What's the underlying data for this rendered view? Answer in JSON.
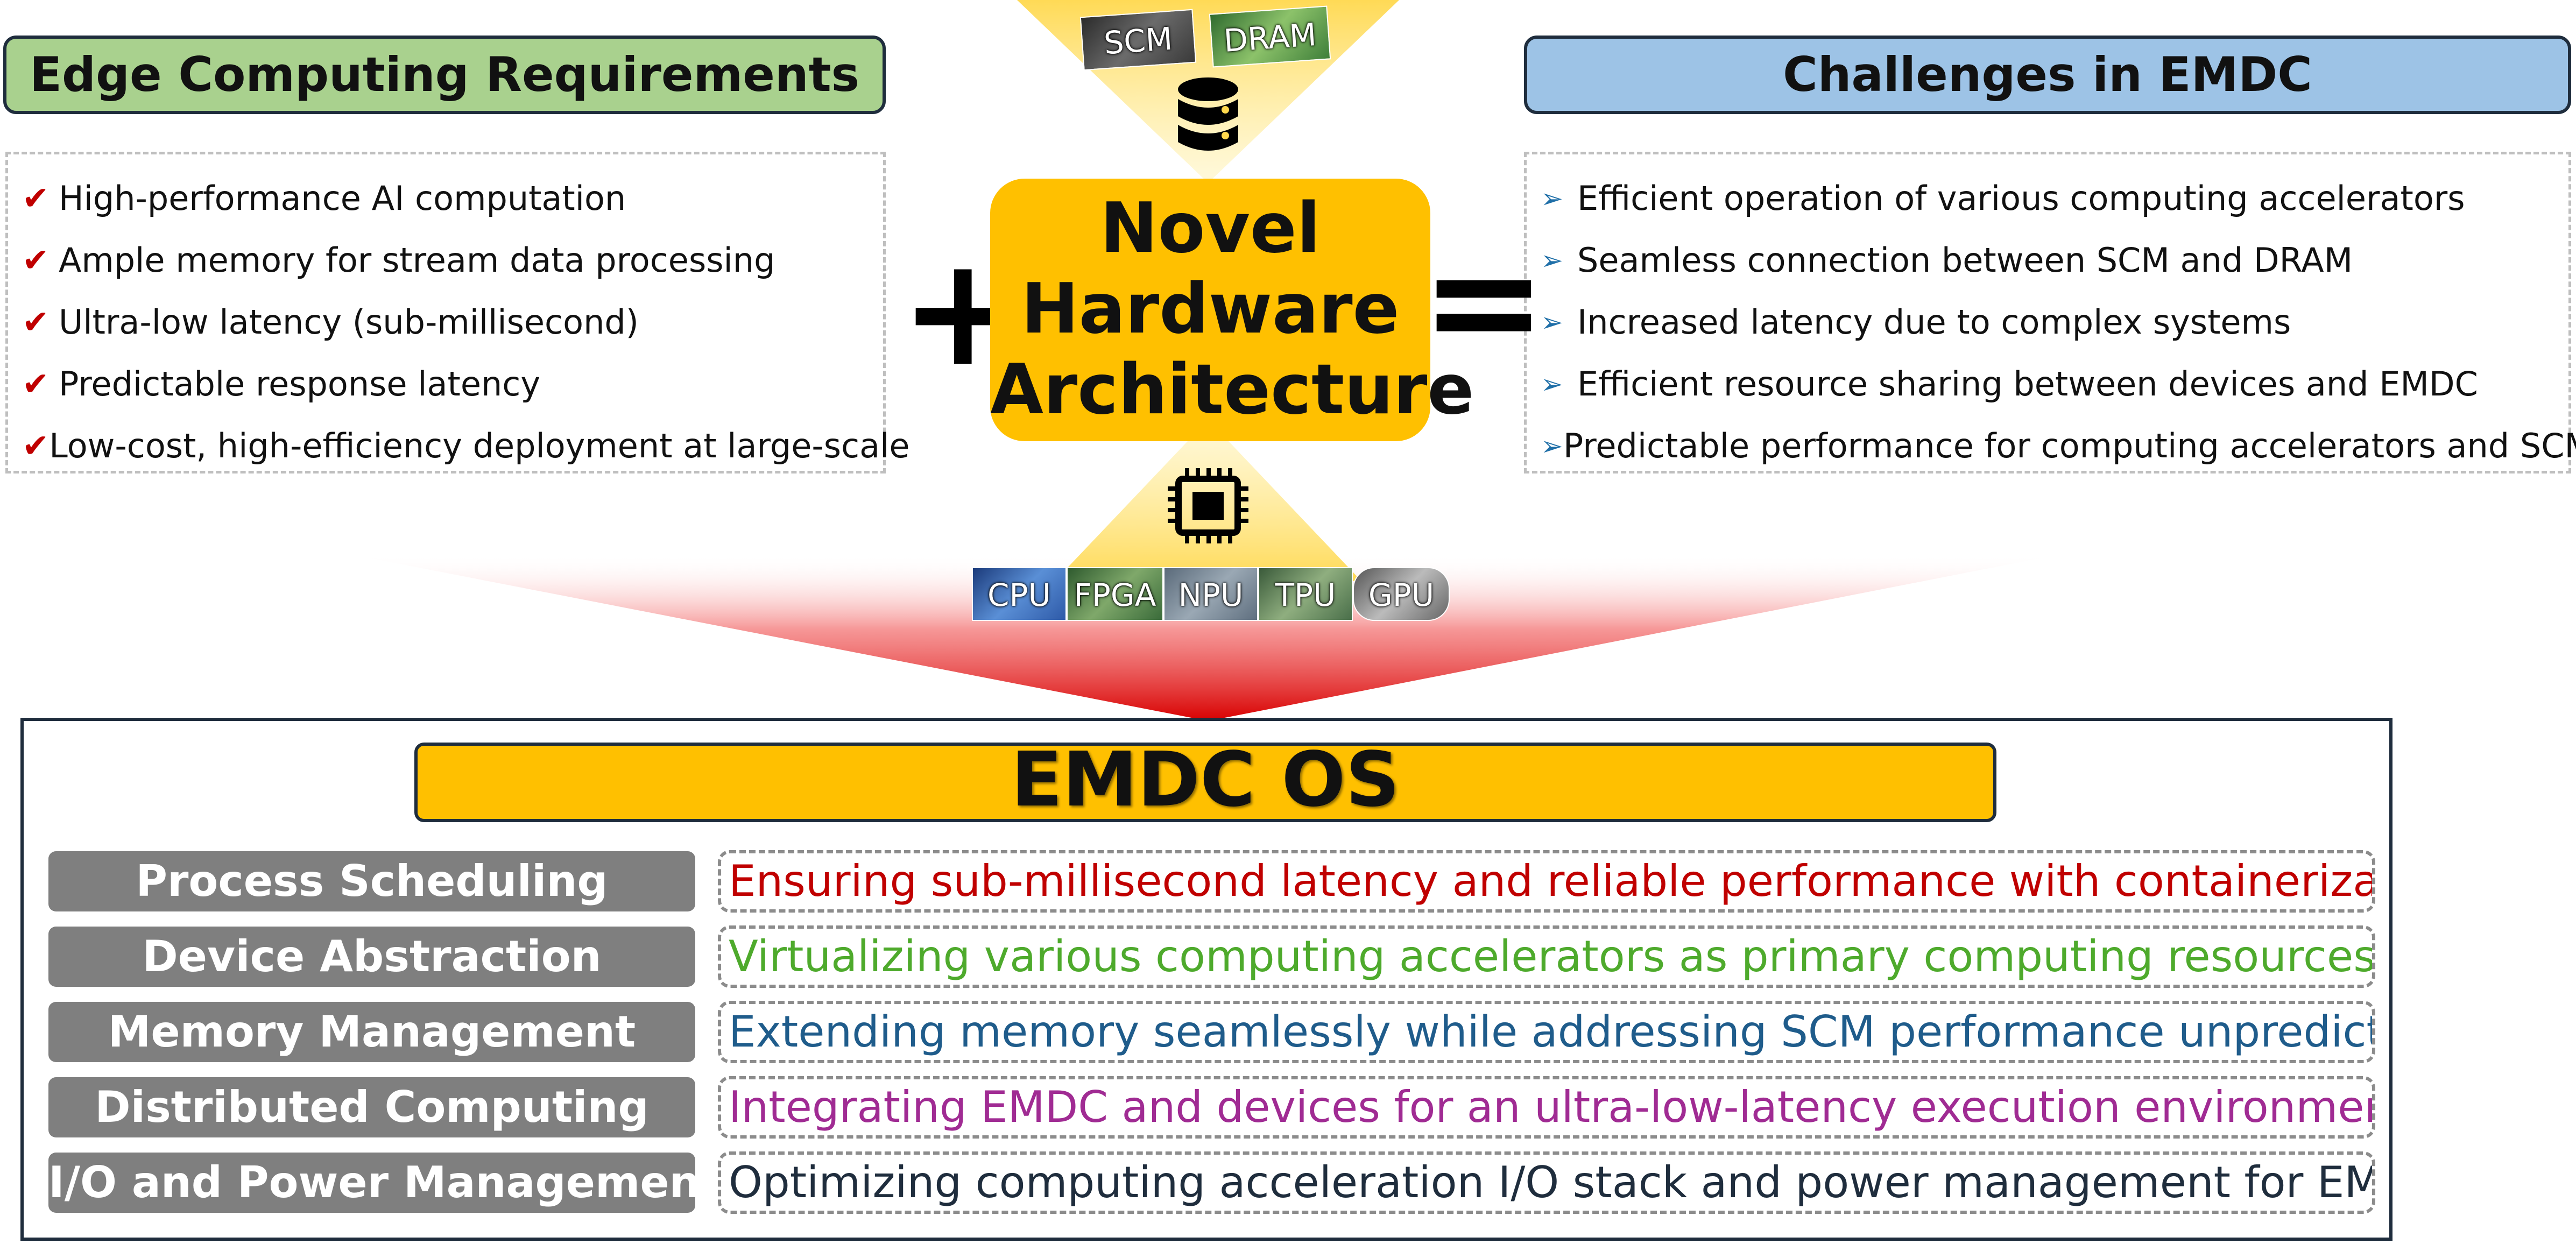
{
  "requirements": {
    "title": "Edge Computing Requirements",
    "items": [
      "High-performance AI computation",
      "Ample memory for stream data processing",
      "Ultra-low latency (sub-millisecond)",
      "Predictable response latency",
      "Low-cost, high-efficiency deployment at large-scale"
    ]
  },
  "challenges": {
    "title": "Challenges in EMDC",
    "items": [
      "Efficient operation of various computing accelerators",
      "Seamless connection between SCM and DRAM",
      "Increased latency due to complex systems",
      "Efficient resource sharing between devices and EMDC",
      "Predictable performance for computing accelerators and SCM"
    ]
  },
  "operators": {
    "plus": "+",
    "equals": "="
  },
  "hardware": {
    "title_line1": "Novel",
    "title_line2": "Hardware",
    "title_line3": "Architecture",
    "memory_chips": [
      "SCM",
      "DRAM"
    ],
    "processor_chips": [
      "CPU",
      "FPGA",
      "NPU",
      "TPU",
      "GPU"
    ]
  },
  "icons": {
    "check": "check-icon",
    "arrow": "arrow-right-icon",
    "database": "database-icon",
    "cpu": "cpu-chip-icon"
  },
  "colors": {
    "requirements_header": "#a9d18e",
    "challenges_header": "#9dc3e6",
    "hardware": "#ffc000",
    "os_title": "#ffc000",
    "os_label": "#7f7f7f",
    "check": "#c00000",
    "arrow": "#1f6fa8",
    "funnel": "#e00000"
  },
  "os": {
    "title": "EMDC OS",
    "rows": [
      {
        "label": "Process Scheduling",
        "desc": "Ensuring sub-millisecond latency and reliable performance with containerization",
        "color": "#c00000"
      },
      {
        "label": "Device Abstraction",
        "desc": "Virtualizing various computing accelerators as primary computing resources",
        "color": "#4eaa2c"
      },
      {
        "label": "Memory Management",
        "desc": "Extending memory seamlessly while addressing SCM performance unpredictability",
        "color": "#1f5c8b"
      },
      {
        "label": "Distributed Computing",
        "desc": "Integrating EMDC and devices for an ultra-low-latency execution environment",
        "color": "#a02b93"
      },
      {
        "label": "I/O and Power Management",
        "desc": "Optimizing computing acceleration I/O stack and power management for EMDC",
        "color": "#1f2d3d"
      }
    ]
  }
}
